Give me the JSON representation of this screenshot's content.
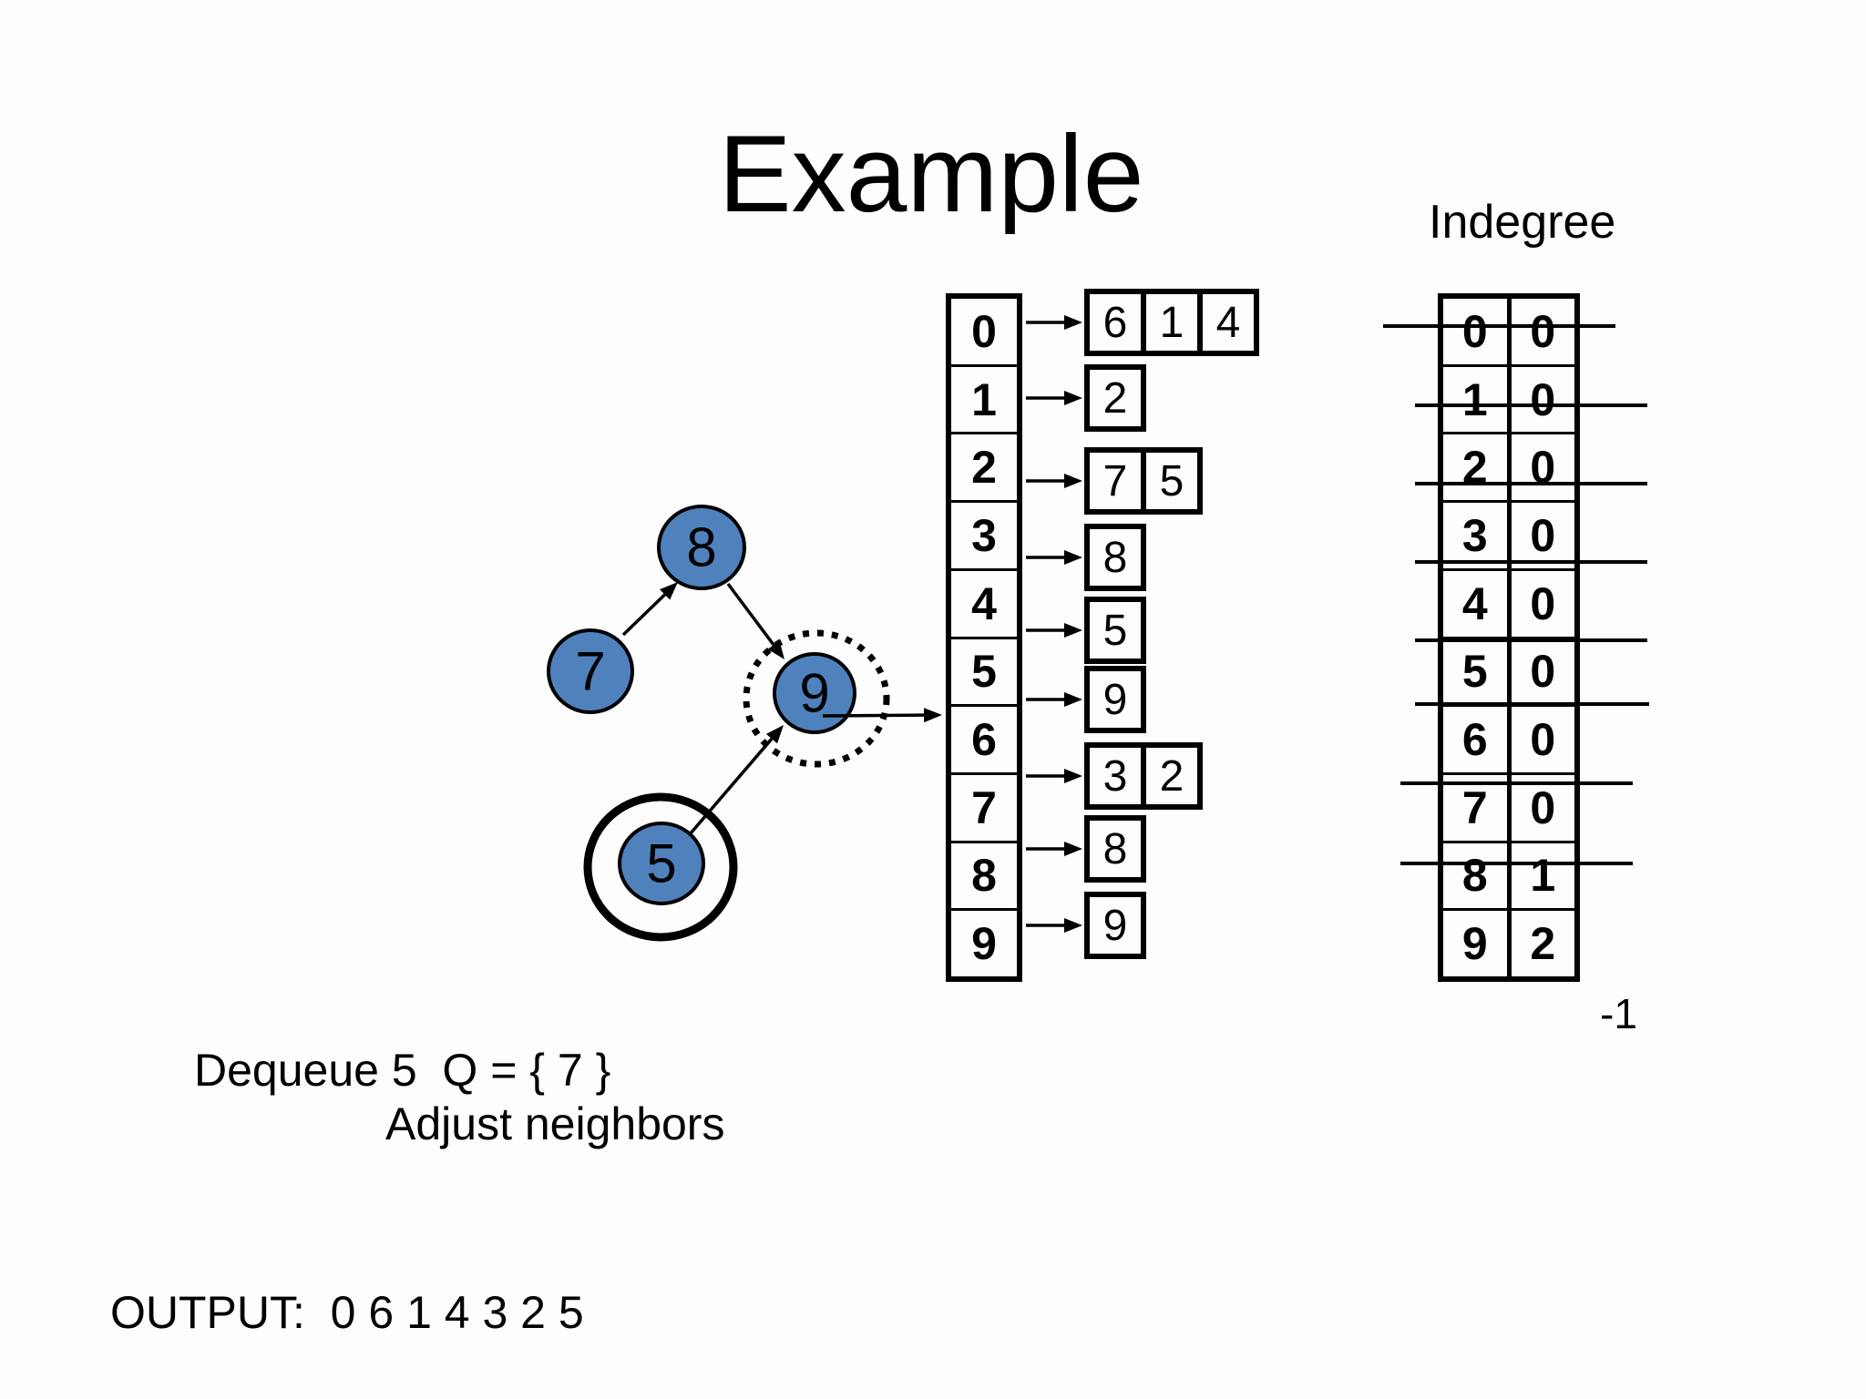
{
  "title": "Example",
  "indegree_label": "Indegree",
  "colors": {
    "node_fill": "#4f81bd",
    "stroke": "#000000",
    "background": "#fdfdfd"
  },
  "graph": {
    "nodes": [
      {
        "id": "8",
        "label": "8",
        "state": "normal"
      },
      {
        "id": "7",
        "label": "7",
        "state": "normal"
      },
      {
        "id": "9",
        "label": "9",
        "state": "adjusting-dotted"
      },
      {
        "id": "5",
        "label": "5",
        "state": "dequeued-circled"
      }
    ],
    "edges": [
      {
        "from": "7",
        "to": "8"
      },
      {
        "from": "8",
        "to": "9"
      },
      {
        "from": "5",
        "to": "9"
      },
      {
        "from": "9",
        "to": "out"
      }
    ]
  },
  "adjacency": {
    "rows": [
      {
        "index": "0",
        "list": [
          "6",
          "1",
          "4"
        ]
      },
      {
        "index": "1",
        "list": [
          "2"
        ]
      },
      {
        "index": "2",
        "list": [
          "7",
          "5"
        ]
      },
      {
        "index": "3",
        "list": [
          "8"
        ]
      },
      {
        "index": "4",
        "list": [
          "5"
        ]
      },
      {
        "index": "5",
        "list": [
          "9"
        ]
      },
      {
        "index": "6",
        "list": [
          "3",
          "2"
        ]
      },
      {
        "index": "7",
        "list": [
          "8"
        ]
      },
      {
        "index": "8",
        "list": [
          "9"
        ]
      },
      {
        "index": "9",
        "list": []
      }
    ]
  },
  "indegree": {
    "rows": [
      {
        "index": "0",
        "value": "0",
        "struck": true
      },
      {
        "index": "1",
        "value": "0",
        "struck": true
      },
      {
        "index": "2",
        "value": "0",
        "struck": true
      },
      {
        "index": "3",
        "value": "0",
        "struck": true
      },
      {
        "index": "4",
        "value": "0",
        "struck": true
      },
      {
        "index": "5",
        "value": "0",
        "struck": true
      },
      {
        "index": "6",
        "value": "0",
        "struck": true
      },
      {
        "index": "7",
        "value": "0",
        "struck": true
      },
      {
        "index": "8",
        "value": "1",
        "struck": false
      },
      {
        "index": "9",
        "value": "2",
        "struck": false
      }
    ],
    "decrement_note": "-1"
  },
  "status": {
    "dequeue_line": "Dequeue 5  Q = { 7 }",
    "adjust_line": "Adjust neighbors"
  },
  "output_line": "OUTPUT:  0 6 1 4 3 2 5"
}
